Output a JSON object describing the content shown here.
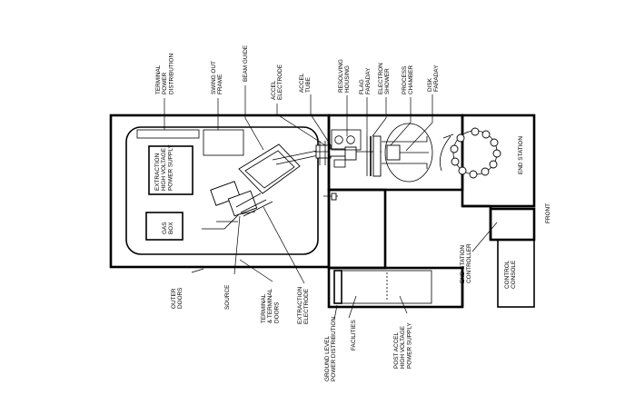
{
  "labels": {
    "terminal_power_distribution": [
      "TERMINAL",
      "POWER",
      "DISTRIBUTION"
    ],
    "swing_out_frame": [
      "SWING OUT",
      "FRAME"
    ],
    "beam_guide": [
      "BEAM GUIDE"
    ],
    "accel_electrode": [
      "ACCEL",
      "ELECTRODE"
    ],
    "accel_tube": [
      "ACCEL",
      "TUBE"
    ],
    "resolving_housing": [
      "RESOLVING",
      "HOUSING"
    ],
    "flag_faraday": [
      "FLAG",
      "FARADAY"
    ],
    "electron_shower": [
      "ELECTRON",
      "SHOWER"
    ],
    "process_chamber": [
      "PROCESS",
      "CHAMBER"
    ],
    "disk_faraday": [
      "DISK",
      "FARADAY"
    ],
    "extraction_hv_supply": [
      "EXTRACTION",
      "HIGH VOLTAGE",
      "POWER SUPPLY"
    ],
    "gas_box": [
      "GAS",
      "BOX"
    ],
    "end_station": [
      "END STATION"
    ],
    "front": [
      "FRONT"
    ],
    "end_station_controller": [
      "END STATION",
      "CONTROLLER"
    ],
    "control_console": [
      "CONTROL",
      "CONSOLE"
    ],
    "outer_doors": [
      "OUTER",
      "DOORS"
    ],
    "source": [
      "SOURCE"
    ],
    "terminal_doors": [
      "TERMINAL",
      "& TERMINAL",
      "DOORS"
    ],
    "extraction_electrode": [
      "EXTRACTION",
      "ELECTRODE"
    ],
    "ground_level_power_distribution": [
      "GROUND LEVEL",
      "POWER DISTRIBUTION"
    ],
    "facilities": [
      "FACILITIES"
    ],
    "post_accel_hv_supply": [
      "POST ACCEL",
      "HIGH VOLTAGE",
      "POWER SUPPLY"
    ]
  }
}
